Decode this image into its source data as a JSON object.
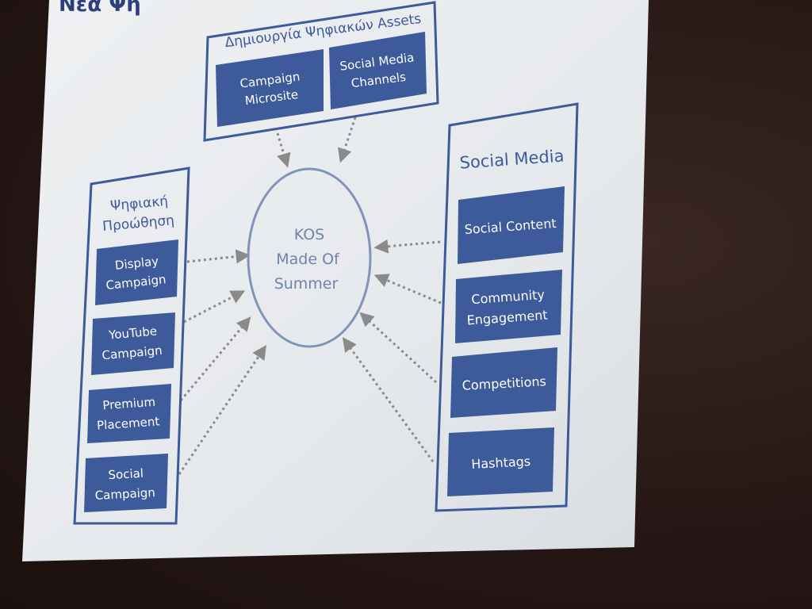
{
  "slide_title_partial": "Νέα Ψη",
  "hub": {
    "lines": [
      "KOS",
      "Made Of",
      "Summer"
    ]
  },
  "top_group": {
    "title": "Δημιουργία Ψηφιακών Assets",
    "items": [
      {
        "lines": [
          "Campaign",
          "Microsite"
        ]
      },
      {
        "lines": [
          "Social Media",
          "Channels"
        ]
      }
    ]
  },
  "left_group": {
    "title_lines": [
      "Ψηφιακή",
      "Προώθηση"
    ],
    "items": [
      {
        "lines": [
          "Display",
          "Campaign"
        ]
      },
      {
        "lines": [
          "YouTube",
          "Campaign"
        ]
      },
      {
        "lines": [
          "Premium",
          "Placement"
        ]
      },
      {
        "lines": [
          "Social",
          "Campaign"
        ]
      }
    ]
  },
  "right_group": {
    "title": "Social Media",
    "items": [
      {
        "lines": [
          "Social Content"
        ]
      },
      {
        "lines": [
          "Community",
          "Engagement"
        ]
      },
      {
        "lines": [
          "Competitions"
        ]
      },
      {
        "lines": [
          "Hashtags"
        ]
      }
    ]
  },
  "colors": {
    "box_fill": "#3d5a9a",
    "frame_stroke": "#3d5a9a",
    "arrow": "#8a8a8a",
    "slide_bg": "#e9ecef"
  }
}
